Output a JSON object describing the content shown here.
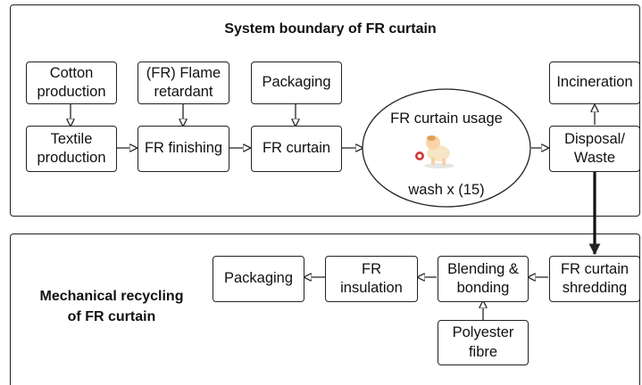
{
  "system_boundary": {
    "title": "System boundary of FR curtain",
    "nodes": {
      "cotton": "Cotton\nproduction",
      "textile": "Textile\nproduction",
      "fr_retardant": "(FR) Flame\nretardant",
      "fr_finishing": "FR finishing",
      "packaging": "Packaging",
      "fr_curtain": "FR curtain",
      "usage_title": "FR curtain usage",
      "usage_wash": "wash x (15)",
      "incineration": "Incineration",
      "disposal": "Disposal/\nWaste"
    }
  },
  "recycling": {
    "title": "Mechanical recycling\nof FR curtain",
    "nodes": {
      "shredding": "FR curtain\nshredding",
      "blending": "Blending &\nbonding",
      "polyester": "Polyester\nfibre",
      "insulation": "FR\ninsulation",
      "packaging": "Packaging"
    }
  },
  "icons": {
    "usage": "baby-crawling-icon"
  }
}
